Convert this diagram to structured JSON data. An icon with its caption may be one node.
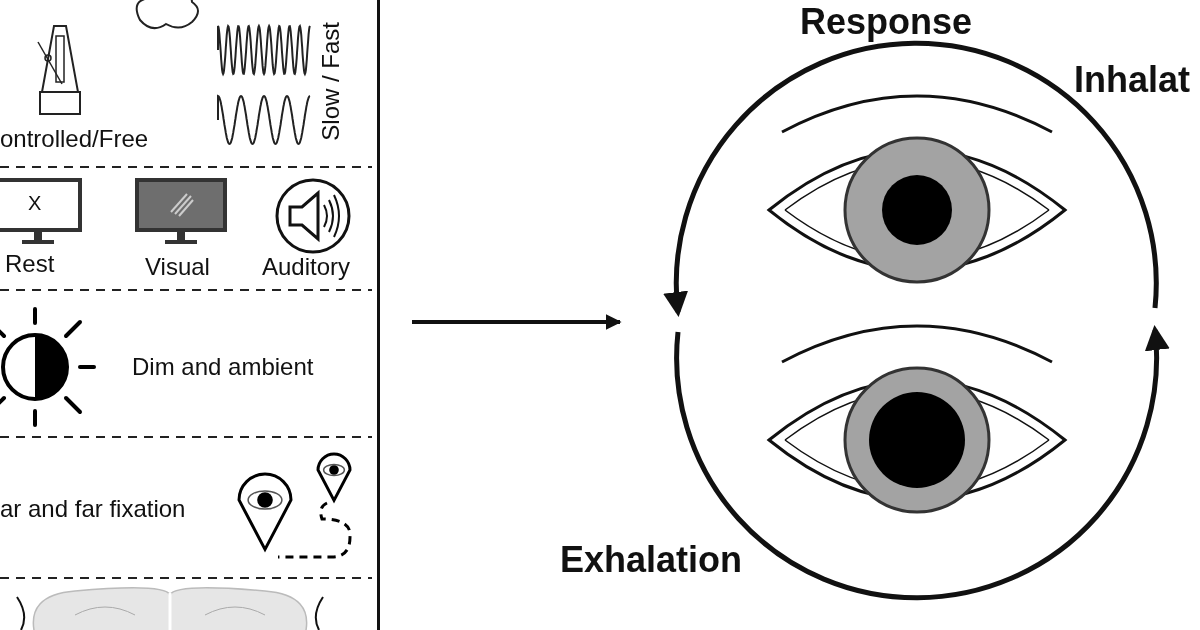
{
  "diagram": {
    "nodes": [
      {
        "text": [],
        "shape": "box"
      },
      {
        "text": [],
        "shape": "picture"
      }
    ],
    "edges": [
      {
        "from": 0,
        "to": 1,
        "arrow": "to"
      }
    ],
    "labels": [
      "Response",
      "ontrolled/Free",
      "Slow / Fast",
      "X",
      "Rest",
      "Visual",
      "Auditory",
      "Dim and ambient",
      "ar and far fixation",
      "Exhalation",
      "Inhalat"
    ]
  }
}
